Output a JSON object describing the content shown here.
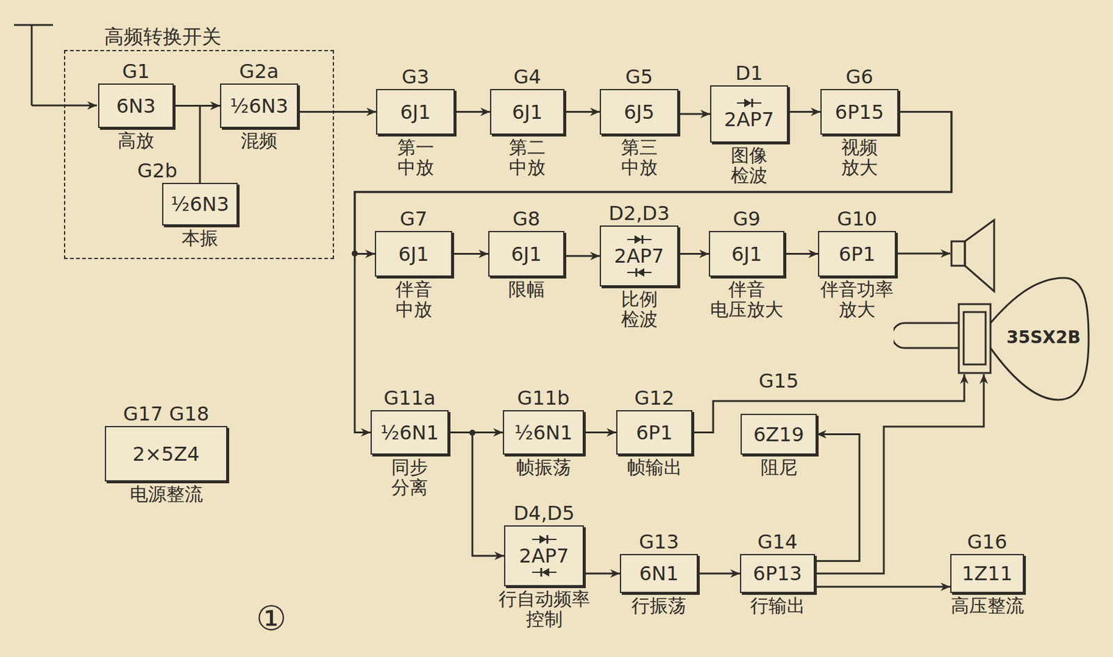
{
  "diagram": {
    "nodes": [
      {
        "text": [
          "高频转换开关"
        ]
      },
      {
        "text": [
          "G1",
          "6N3",
          "高放"
        ],
        "in": 0
      },
      {
        "text": [
          "G2a",
          "½6N3",
          "混频"
        ],
        "in": 0
      },
      {
        "text": [
          "G2b",
          "½6N3",
          "本振"
        ],
        "in": 0
      },
      {
        "text": [
          "G3",
          "6J1",
          "第一 中放"
        ]
      },
      {
        "text": [
          "G4",
          "6J1",
          "第二 中放"
        ]
      },
      {
        "text": [
          "G5",
          "6J5",
          "第三 中放"
        ]
      },
      {
        "text": [
          "D1",
          "2AP7",
          "图像 检波"
        ]
      },
      {
        "text": [
          "G6",
          "6P15",
          "视频 放大"
        ]
      },
      {
        "text": [
          "G7",
          "6J1",
          "伴音 中放"
        ]
      },
      {
        "text": [
          "G8",
          "6J1",
          "限幅"
        ]
      },
      {
        "text": [
          "D2,D3",
          "2AP7",
          "比例 检波"
        ]
      },
      {
        "text": [
          "G9",
          "6J1",
          "伴音 电压放大"
        ]
      },
      {
        "text": [
          "G10",
          "6P1",
          "伴音功率 放大"
        ]
      },
      {
        "text": [
          "35SX2B"
        ]
      },
      {
        "text": [
          "G11a",
          "½6N1",
          "同步 分离"
        ]
      },
      {
        "text": [
          "G11b",
          "½6N1",
          "帧振荡"
        ]
      },
      {
        "text": [
          "G12",
          "6P1",
          "帧输出"
        ]
      },
      {
        "text": [
          "G15",
          "6Z19",
          "阻尼"
        ]
      },
      {
        "text": [
          "G17 G18",
          "2×5Z4",
          "电源整流"
        ]
      },
      {
        "text": [
          "D4,D5",
          "2AP7",
          "行自动频率 控制"
        ]
      },
      {
        "text": [
          "G13",
          "6N1",
          "行振荡"
        ]
      },
      {
        "text": [
          "G14",
          "6P13",
          "行输出"
        ]
      },
      {
        "text": [
          "G16",
          "1Z11",
          "高压整流"
        ]
      }
    ],
    "edges": [
      {
        "from": 1,
        "to": 2,
        "arrow": "to"
      },
      {
        "from": 3,
        "to": 2,
        "arrow": "to"
      },
      {
        "from": 2,
        "to": 4,
        "arrow": "to"
      },
      {
        "from": 4,
        "to": 5,
        "arrow": "to"
      },
      {
        "from": 5,
        "to": 6,
        "arrow": "to"
      },
      {
        "from": 6,
        "to": 7,
        "arrow": "to"
      },
      {
        "from": 7,
        "to": 8,
        "arrow": "to"
      },
      {
        "from": 8,
        "to": 9,
        "arrow": "to"
      },
      {
        "from": 8,
        "to": 15,
        "arrow": "to"
      },
      {
        "from": 9,
        "to": 10,
        "arrow": "to"
      },
      {
        "from": 10,
        "to": 11,
        "arrow": "to"
      },
      {
        "from": 11,
        "to": 12,
        "arrow": "to"
      },
      {
        "from": 12,
        "to": 13,
        "arrow": "to"
      },
      {
        "from": 15,
        "to": 16,
        "arrow": "to"
      },
      {
        "from": 15,
        "to": 20,
        "arrow": "to"
      },
      {
        "from": 16,
        "to": 17,
        "arrow": "to"
      },
      {
        "from": 17,
        "to": 14,
        "arrow": "to"
      },
      {
        "from": 20,
        "to": 21,
        "arrow": "to"
      },
      {
        "from": 21,
        "to": 22,
        "arrow": "to"
      },
      {
        "from": 22,
        "to": 18,
        "arrow": "to"
      },
      {
        "from": 22,
        "to": 14,
        "arrow": "to"
      },
      {
        "from": 22,
        "to": 23,
        "arrow": "to"
      }
    ],
    "labels": [
      "①"
    ]
  }
}
